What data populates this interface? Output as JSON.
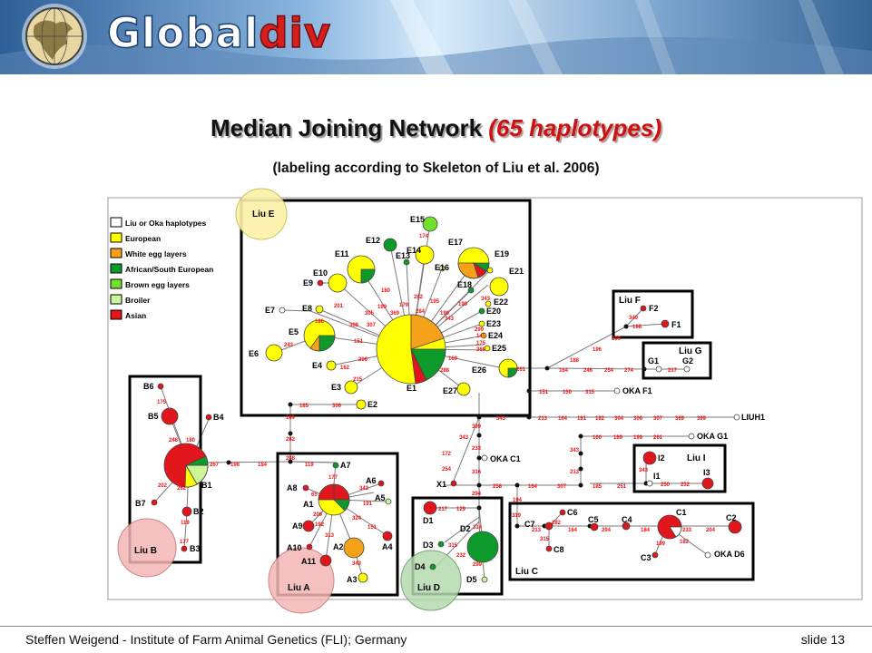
{
  "header": {
    "logo_part1": "Global",
    "logo_part2": "div"
  },
  "slide": {
    "title_main": "Median Joining Network",
    "title_em": "(65 haplotypes)",
    "subtitle": "(labeling according to Skeleton of Liu et al. 2006)"
  },
  "legend": {
    "items": [
      {
        "label": "Liu or Oka haplotypes",
        "color": "#ffffff"
      },
      {
        "label": "European",
        "color": "#ffff00"
      },
      {
        "label": "White egg layers",
        "color": "#f6a11a"
      },
      {
        "label": "African/South European",
        "color": "#0e9a2a"
      },
      {
        "label": "Brown egg layers",
        "color": "#6fe12d"
      },
      {
        "label": "Broiler",
        "color": "#ccf59a"
      },
      {
        "label": "Asian",
        "color": "#e0161c"
      }
    ]
  },
  "clusters": {
    "liu_e": "Liu E",
    "liu_f": "Liu F",
    "liu_g": "Liu G",
    "liu_i": "Liu I",
    "liu_b": "Liu B",
    "liu_a": "Liu A",
    "liu_d": "Liu D",
    "liu_c": "Liu C"
  },
  "nodes": {
    "E1": "E1",
    "E2": "E2",
    "E3": "E3",
    "E4": "E4",
    "E5": "E5",
    "E6": "E6",
    "E7": "E7",
    "E8": "E8",
    "E9": "E9",
    "E10": "E10",
    "E11": "E11",
    "E12": "E12",
    "E13": "E13",
    "E14": "E14",
    "E15": "E15",
    "E16": "E16",
    "E17": "E17",
    "E18": "E18",
    "E19": "E19",
    "E20": "E20",
    "E21": "E21",
    "E22": "E22",
    "E23": "E23",
    "E24": "E24",
    "E25": "E25",
    "E26": "E26",
    "E27": "E27",
    "F1": "F1",
    "F2": "F2",
    "G1": "G1",
    "G2": "G2",
    "OKA_F1": "OKA F1",
    "LIU_H1": "LIUH1",
    "OKA_G1": "OKA G1",
    "OKA_C1": "OKA C1",
    "I1": "I1",
    "I2": "I2",
    "I3": "I3",
    "B1": "B1",
    "B2": "B2",
    "B3": "B3",
    "B4": "B4",
    "B5": "B5",
    "B6": "B6",
    "B7": "B7",
    "A1": "A1",
    "A2": "A2",
    "A3": "A3",
    "A4": "A4",
    "A5": "A5",
    "A6": "A6",
    "A7": "A7",
    "A8": "A8",
    "A9": "A9",
    "A10": "A10",
    "A11": "A11",
    "X1": "X1",
    "D1": "D1",
    "D2": "D2",
    "D3": "D3",
    "D4": "D4",
    "D5": "D5",
    "C1": "C1",
    "C2": "C2",
    "C3": "C3",
    "C4": "C4",
    "C5": "C5",
    "C6": "C6",
    "C7": "C7",
    "C8": "C8",
    "OKA_D6": "OKA D6"
  },
  "mutations": {
    "e1": "282",
    "e2": "179",
    "e3": "199",
    "e4": "180",
    "e5": "174",
    "e6": "195",
    "e7": "190",
    "e8": "343",
    "e9": "284",
    "e10": "369",
    "e11": "305",
    "e12": "307",
    "e13": "308",
    "e14": "201",
    "e15": "186",
    "e16": "243",
    "e17": "151",
    "e18": "206",
    "e19": "162",
    "e20": "215",
    "e21": "199",
    "e22": "343",
    "e23": "299",
    "e24": "145",
    "e25": "175",
    "e26": "369",
    "e27": "169",
    "e28": "288",
    "e29": "261",
    "e30": "306",
    "e31": "185",
    "f1": "340",
    "f2": "198",
    "f3": "209",
    "f4": "196",
    "f5": "188",
    "g1": "164",
    "g2": "246",
    "g3": "254",
    "g4": "274",
    "g5": "217",
    "h1": "151",
    "h2": "150",
    "h3": "315",
    "h4": "343",
    "h5": "213",
    "h6": "164",
    "h7": "181",
    "h8": "182",
    "h9": "304",
    "h10": "306",
    "h11": "307",
    "h12": "369",
    "h13": "399",
    "k1": "160",
    "k2": "189",
    "k3": "199",
    "k4": "261",
    "k5": "343",
    "k6": "213",
    "k7": "343",
    "k8": "250",
    "k9": "232",
    "m1": "258",
    "m2": "164",
    "m3": "307",
    "m4": "185",
    "m5": "251",
    "b1": "175",
    "b2": "246",
    "b3": "180",
    "b4": "202",
    "b5": "262",
    "b6": "119",
    "b7": "177",
    "b8": "267",
    "b9": "198",
    "b10": "184",
    "b11": "169",
    "b12": "282",
    "b13": "208",
    "a1": "119",
    "a2": "177",
    "a3": "65",
    "a4": "343",
    "a5": "191",
    "a6": "209",
    "a7": "192",
    "a8": "313",
    "a9": "324",
    "a10": "151",
    "a11": "343",
    "x1": "399",
    "x2": "343",
    "x3": "233",
    "x4": "172",
    "x5": "254",
    "x6": "316",
    "x7": "294",
    "d1": "217",
    "d2": "129",
    "d3": "314",
    "d4": "315",
    "d5": "232",
    "d6": "299",
    "c1": "194",
    "c2": "319",
    "c3": "213",
    "c4": "282",
    "c5": "164",
    "c6": "294",
    "c7": "184",
    "c8": "233",
    "c9": "204",
    "c10": "315",
    "c11": "199",
    "c12": "182"
  },
  "colors": {
    "european": "#ffff00",
    "white_egg": "#f6a11a",
    "african": "#0e9a2a",
    "brown_egg": "#6fe12d",
    "broiler": "#ccf59a",
    "asian": "#e0161c",
    "liu_oka": "#ffffff"
  },
  "footer": {
    "text": "Steffen Weigend - Institute of Farm Animal Genetics (FLI); Germany",
    "slide_number": "slide 13"
  }
}
